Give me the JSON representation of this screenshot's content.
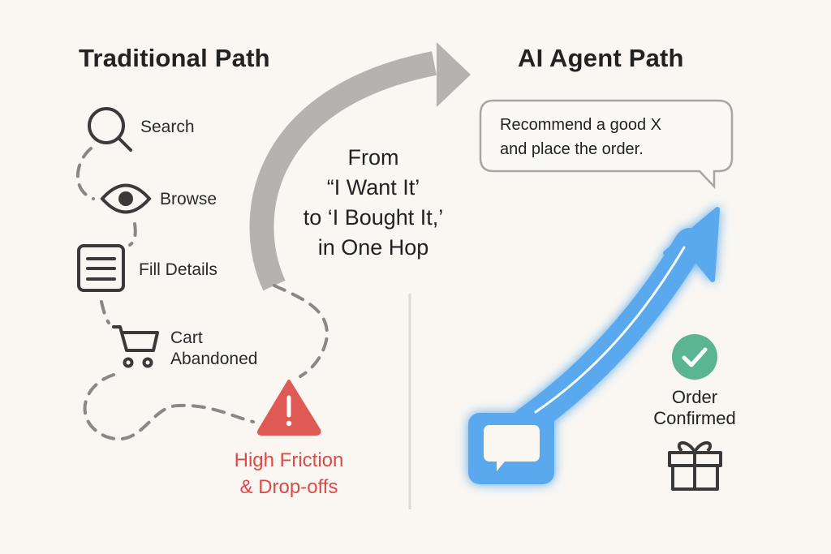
{
  "left": {
    "title": "Traditional Path",
    "steps": [
      {
        "icon": "search-icon",
        "label": "Search"
      },
      {
        "icon": "eye-icon",
        "label": "Browse"
      },
      {
        "icon": "form-icon",
        "label": "Fill Details"
      },
      {
        "icon": "cart-icon",
        "label_line1": "Cart",
        "label_line2": "Abandoned"
      }
    ],
    "warning": {
      "icon": "warning-icon",
      "line1": "High Friction",
      "line2": "& Drop-offs"
    }
  },
  "center": {
    "line1": "From",
    "line2": "“I Want It’",
    "line3": "to ‘I Bought It,’",
    "line4": "in One Hop"
  },
  "right": {
    "title": "AI Agent Path",
    "prompt_line1": "Recommend a good X",
    "prompt_line2": "and place the order.",
    "status_line1": "Order",
    "status_line2": "Confirmed"
  },
  "colors": {
    "background": "#faf7f2",
    "text": "#222222",
    "warning": "#e05a55",
    "warning_text": "#d94b48",
    "agent_arrow": "#5aa9ee",
    "success": "#5bb592",
    "gray_arrow": "#b5b3b0",
    "dashed_path": "#8a8886"
  }
}
